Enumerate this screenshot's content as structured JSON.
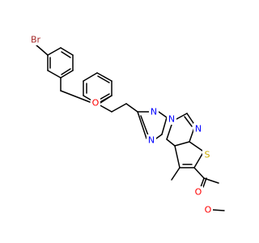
{
  "structure": {
    "colors": {
      "carbon_bond": "#000000",
      "N": "#0000ff",
      "O": "#ff0000",
      "S": "#ccaa00",
      "Br": "#a52a2a",
      "background": "#ffffff"
    },
    "atom_labels": {
      "br": "Br",
      "o_ether": "O",
      "n1": "N",
      "n2": "N",
      "n3": "N",
      "n4": "N",
      "s1": "S",
      "o_carbonyl": "O",
      "o_ester": "O"
    }
  }
}
